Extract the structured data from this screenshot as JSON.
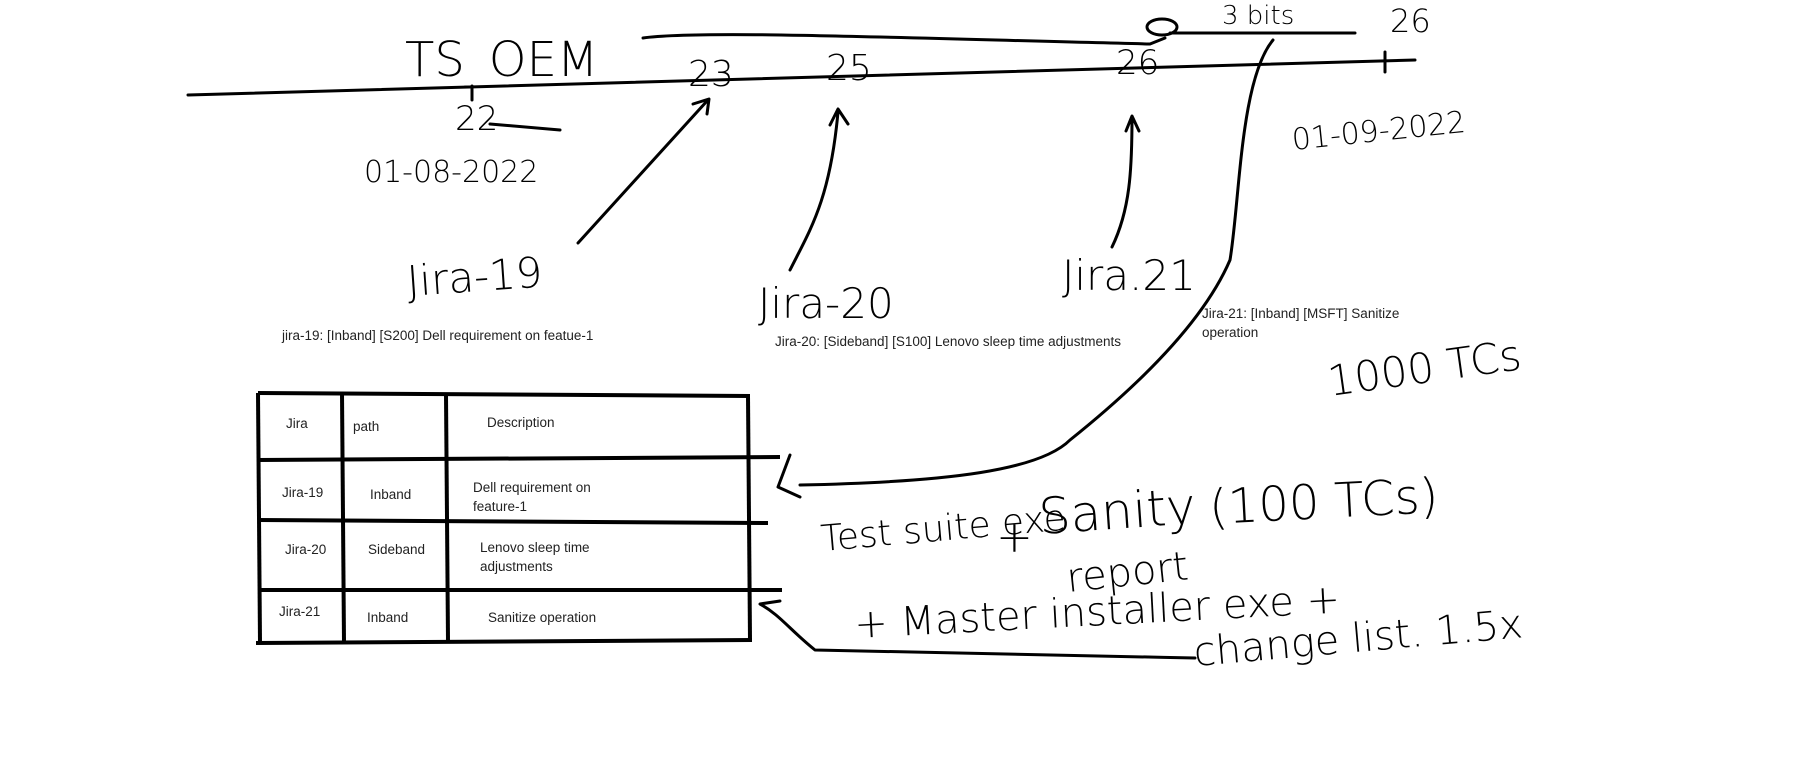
{
  "timeline": {
    "project": "TS_OEM",
    "version_labels": [
      "22",
      "23",
      "25",
      "26"
    ],
    "branch_label": "3 bits",
    "branch_version": "26",
    "start_date": "01-08-2022",
    "end_date": "01-09-2022"
  },
  "jira_labels": [
    "Jira-19",
    "Jira-20",
    "Jira.21"
  ],
  "jira_descriptions": [
    "jira-19: [Inband] [S200] Dell requirement on featue-1",
    "Jira-20: [Sideband] [S100] Lenovo sleep time adjustments",
    "Jira-21: [Inband] [MSFT] Sanitize",
    "operation"
  ],
  "table": {
    "headers": [
      "Jira",
      "path",
      "Description"
    ],
    "rows": [
      {
        "jira": "Jira-19",
        "path": "Inband",
        "desc": [
          "Dell requirement on",
          "feature-1"
        ]
      },
      {
        "jira": "Jira-20",
        "path": "Sideband",
        "desc": [
          "Lenovo sleep time",
          "adjustments"
        ]
      },
      {
        "jira": "Jira-21",
        "path": "Inband",
        "desc": [
          "Sanitize operation"
        ]
      }
    ]
  },
  "notes": {
    "tc_count_1": "1000 TCs",
    "test_suite": "Test suite exe",
    "plus": "+",
    "sanity": "Sanity",
    "sanity_count": "(100 TCs)",
    "report": "report",
    "master_installer": "+ Master installer exe +",
    "change_list": "change list. 1.5x"
  }
}
